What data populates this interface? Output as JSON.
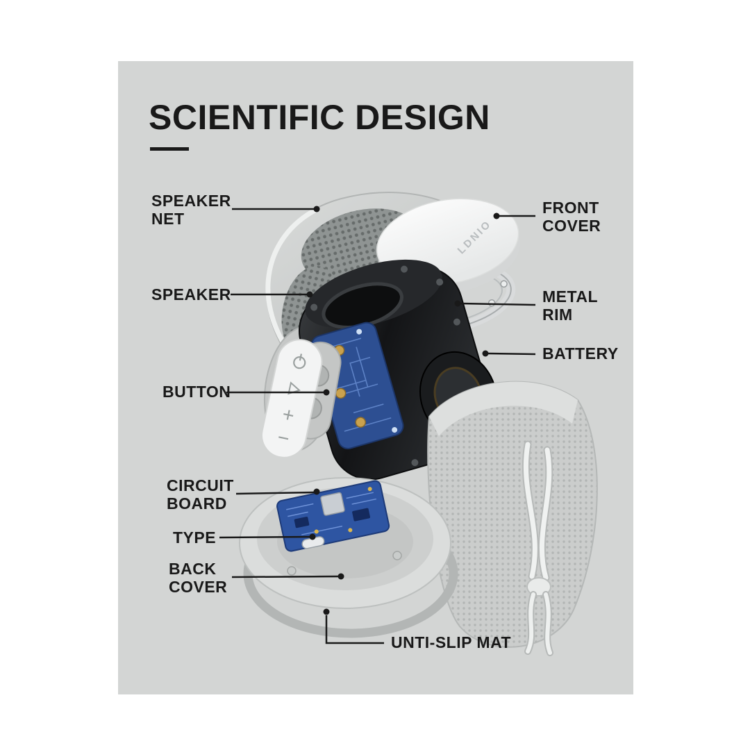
{
  "title": "SCIENTIFIC DESIGN",
  "brand": "LDNIO",
  "labels": {
    "speaker_net": [
      "SPEAKER",
      "NET"
    ],
    "speaker": [
      "SPEAKER"
    ],
    "button": [
      "BUTTON"
    ],
    "circuit_board": [
      "CIRCUIT",
      "BOARD"
    ],
    "type": [
      "TYPE"
    ],
    "back_cover": [
      "BACK",
      "COVER"
    ],
    "unti_slip_mat": [
      "UNTI-SLIP MAT"
    ],
    "front_cover": [
      "FRONT",
      "COVER"
    ],
    "metal_rim": [
      "METAL",
      "RIM"
    ],
    "battery": [
      "BATTERY"
    ]
  },
  "colors": {
    "page_bg": "#ffffff",
    "panel_bg": "#d3d5d4",
    "text": "#191919",
    "body_dark": "#17181a",
    "circuit_blue": "#2e55a2",
    "shell_gray": "#cbcdcc",
    "cover_white": "#f7f8f8"
  }
}
